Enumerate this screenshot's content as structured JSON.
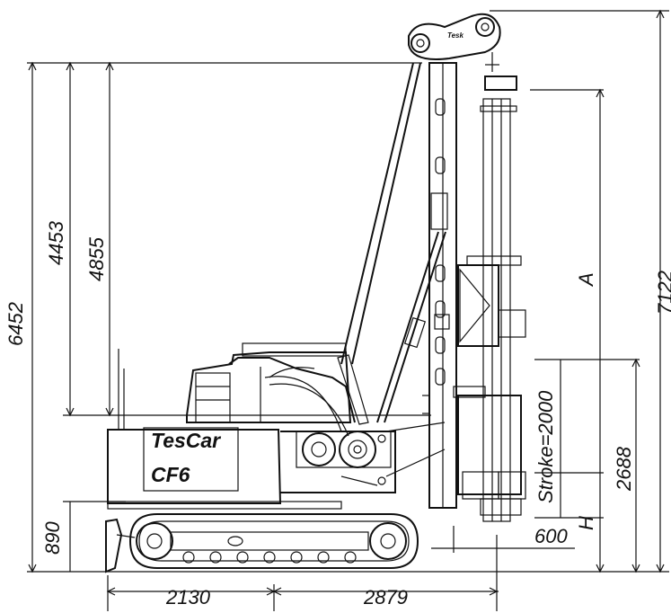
{
  "brand": {
    "line1": "TesCar",
    "line2": "CF6",
    "mast_logo": "Tesk"
  },
  "dimensions": {
    "overall_height": "6452",
    "mast_lower": "4453",
    "mast_upper": "4855",
    "track_height": "890",
    "total_height_right": "7122",
    "stroke": "Stroke=2000",
    "stroke_height": "2688",
    "rear_length": "2130",
    "front_length": "2879",
    "offset": "600",
    "variable_a": "A",
    "variable_h": "H"
  }
}
